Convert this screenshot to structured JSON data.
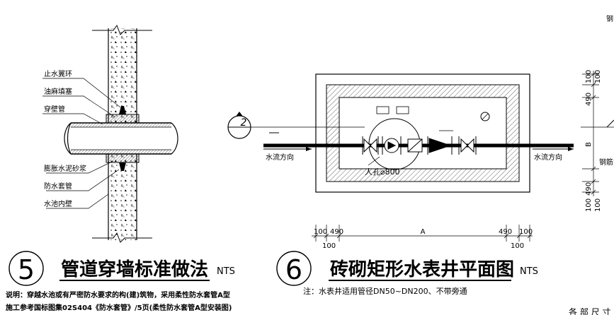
{
  "detail5": {
    "number": "5",
    "title": "管道穿墙标准做法",
    "scale": "NTS",
    "labels": [
      "止水翼环",
      "油麻填塞",
      "穿壁管",
      "膨胀水泥砂浆",
      "防水套管",
      "水池内壁"
    ],
    "note_line1": "说明：穿越水池或有严密防水要求的构(建)筑物，采用柔性防水套管A型",
    "note_line2": "施工参考国标图集02S404《防水套管》/5页(柔性防水套管A型安装图)"
  },
  "detail6": {
    "number": "6",
    "title": "砖砌矩形水表井平面图",
    "scale": "NTS",
    "section_marker": "2",
    "manhole_label": "人孔⌀800",
    "flow_left": "水流方向",
    "flow_right": "水流方向",
    "dim_bottom_top": [
      "100",
      "490",
      "A",
      "490",
      "100"
    ],
    "dim_bottom_lower": [
      "100",
      "100"
    ],
    "dim_right": [
      "100",
      "100",
      "490",
      "B",
      "490",
      "100",
      "100"
    ],
    "note": "注：水表井适用管径DN50~DN200、不带旁通"
  },
  "edge_text": {
    "top_right": "钢",
    "right_mid": "钢筋混",
    "bottom_right": "各 部 尺 寸"
  }
}
